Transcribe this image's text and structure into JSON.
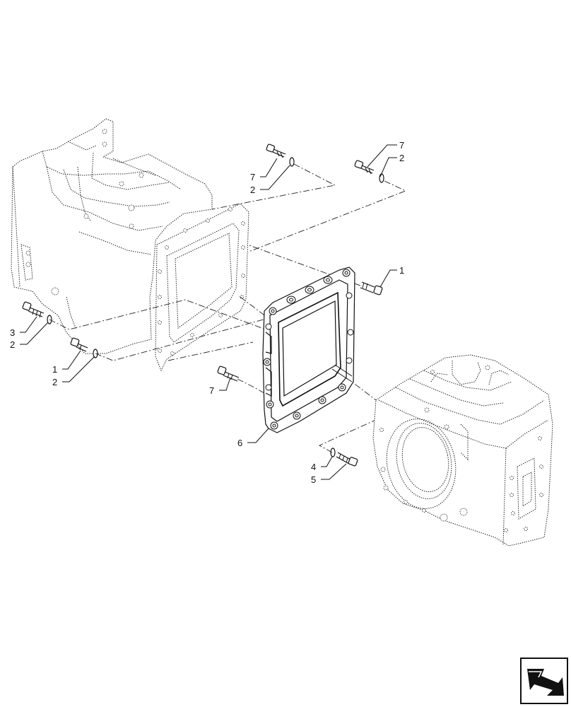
{
  "diagram": {
    "callouts": [
      {
        "id": "c7a",
        "label": "7"
      },
      {
        "id": "c2a",
        "label": "2"
      },
      {
        "id": "c7b",
        "label": "7"
      },
      {
        "id": "c2b",
        "label": "2"
      },
      {
        "id": "c1a",
        "label": "1"
      },
      {
        "id": "c3",
        "label": "3"
      },
      {
        "id": "c2c",
        "label": "2"
      },
      {
        "id": "c1b",
        "label": "1"
      },
      {
        "id": "c2d",
        "label": "2"
      },
      {
        "id": "c7c",
        "label": "7"
      },
      {
        "id": "c6",
        "label": "6"
      },
      {
        "id": "c4",
        "label": "4"
      },
      {
        "id": "c5",
        "label": "5"
      }
    ],
    "icons": {
      "nav": "next-page-arrow-icon"
    }
  }
}
